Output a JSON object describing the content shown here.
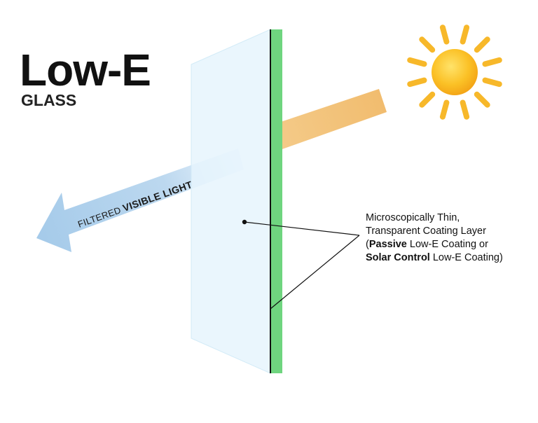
{
  "title": {
    "main": "Low-E",
    "sub": "GLASS"
  },
  "beam_label": {
    "prefix": "FILTERED ",
    "bold": "VISIBLE LIGHT"
  },
  "callout": {
    "line1": "Microscopically Thin,",
    "line2": "Transparent Coating Layer",
    "line3_open": "(",
    "line3_bold": "Passive",
    "line3_rest": " Low-E Coating or",
    "line4_bold": "Solar Control",
    "line4_rest": " Low-E Coating)"
  },
  "colors": {
    "glass_fill": "#e6f5fd",
    "coating": "#6fd57f",
    "sun_core": "#f8b81c",
    "sun_ray": "#f7b82a",
    "beam_in": "#f2c37a",
    "beam_out": "#a9cdea"
  }
}
